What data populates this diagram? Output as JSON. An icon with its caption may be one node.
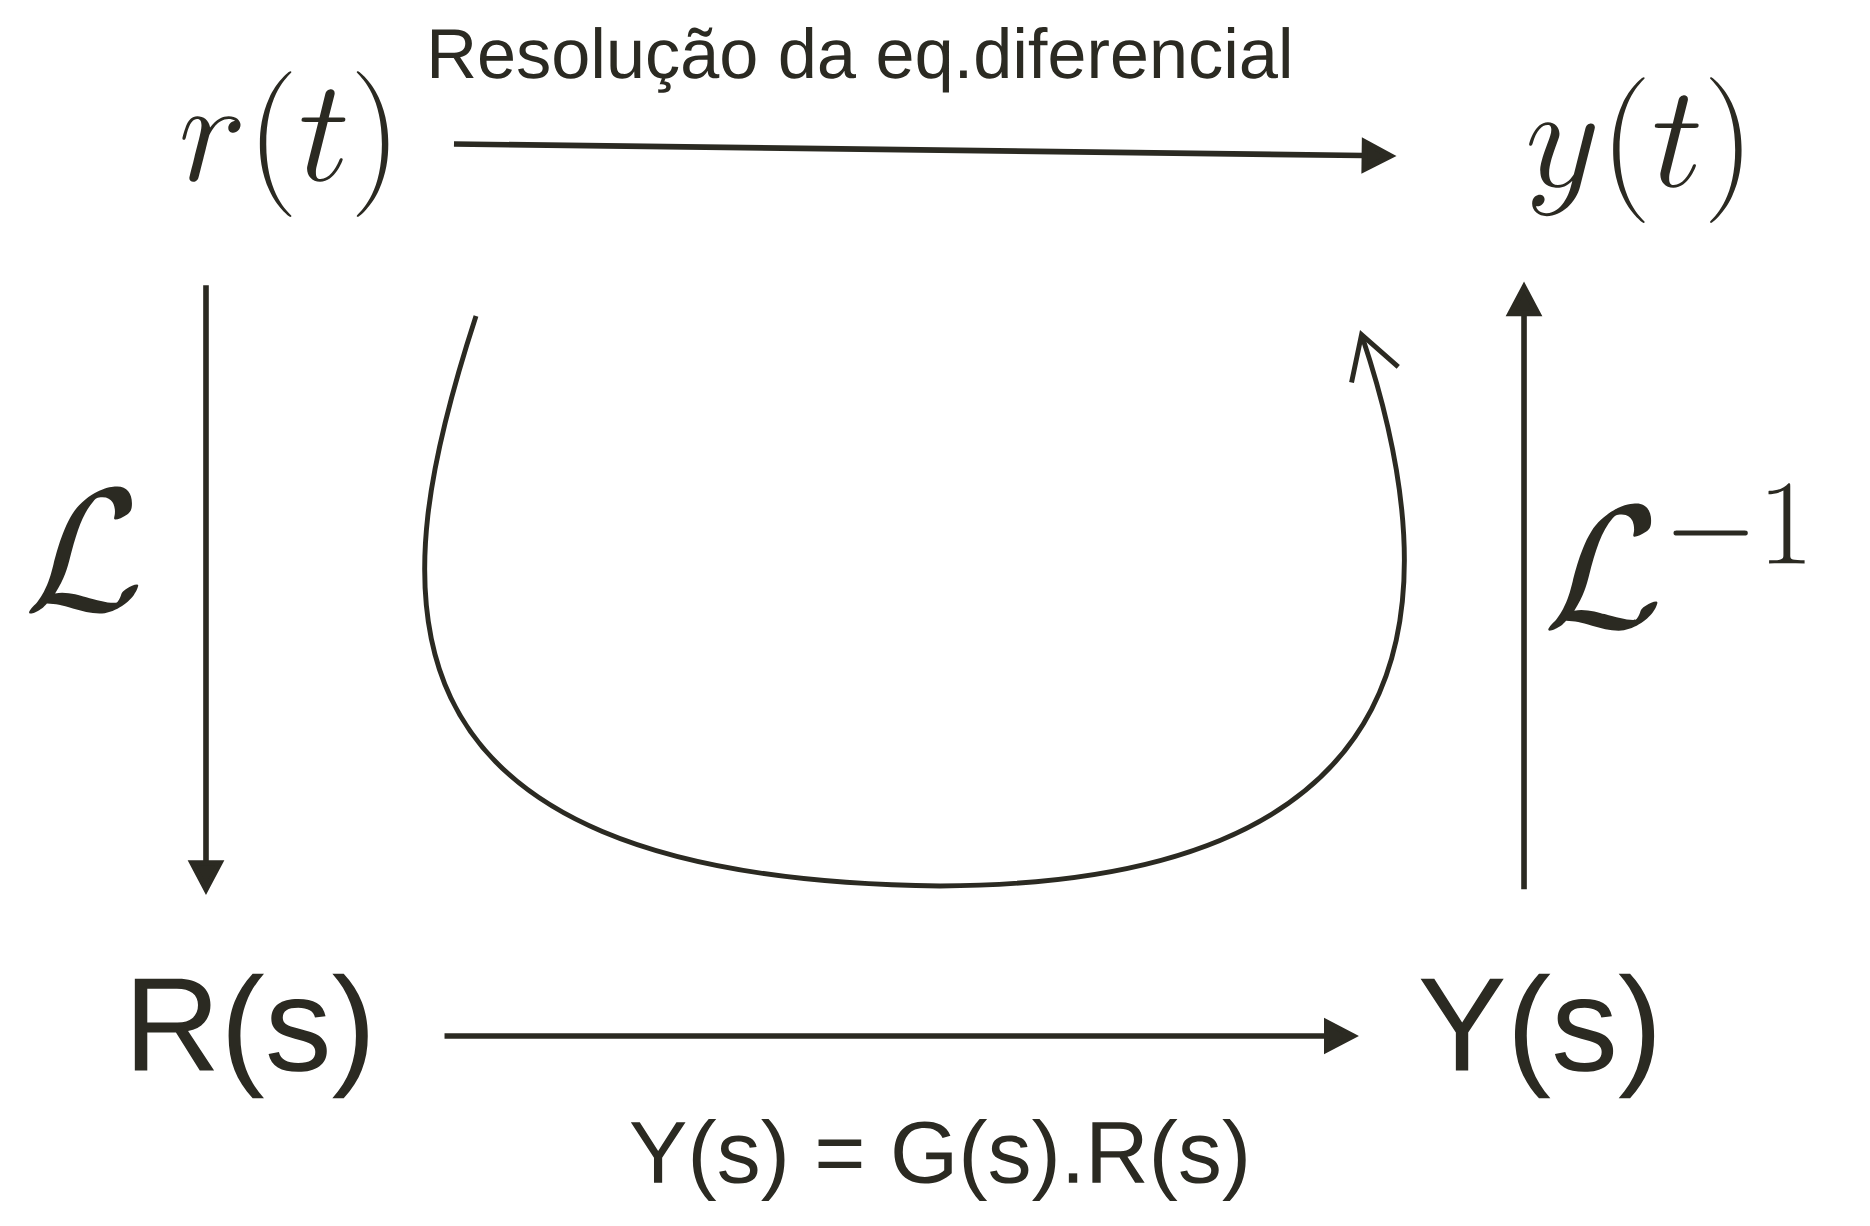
{
  "diagram": {
    "nodes": [
      {
        "text": [
          "r(t)"
        ]
      },
      {
        "text": [
          "y(t)"
        ]
      },
      {
        "text": [
          "R(s)"
        ]
      },
      {
        "text": [
          "Y(s)"
        ]
      }
    ],
    "edges": [
      {
        "from": 0,
        "to": 1,
        "arrow": "to",
        "label": "Resolução da eq.diferencial"
      },
      {
        "from": 0,
        "to": 2,
        "arrow": "to",
        "label": "\\mathcal{L}"
      },
      {
        "from": 3,
        "to": 1,
        "arrow": "to",
        "label": "\\mathcal{L}^{-1}"
      },
      {
        "from": 2,
        "to": 3,
        "arrow": "to",
        "label": "Y(s) = G(s).R(s)"
      }
    ]
  }
}
